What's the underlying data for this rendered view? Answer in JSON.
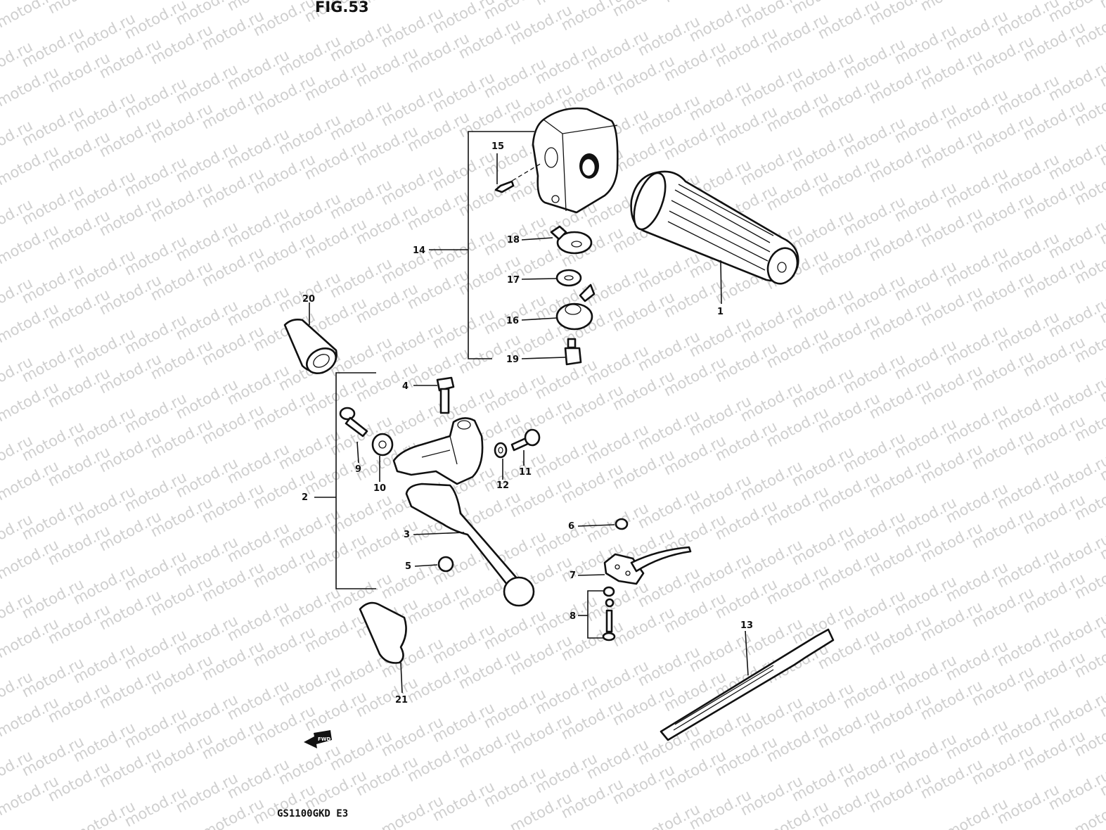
{
  "figure": {
    "title": "FIG.53",
    "model_code": "GS1100GKD E3",
    "watermark": "motod.ru",
    "fwd_arrow": "FWD"
  },
  "callouts": [
    "1",
    "2",
    "3",
    "4",
    "5",
    "6",
    "7",
    "8",
    "9",
    "10",
    "11",
    "12",
    "13",
    "14",
    "15",
    "16",
    "17",
    "18",
    "19",
    "20",
    "21"
  ],
  "colors": {
    "line": "#111111",
    "watermark": "#cfcfcf",
    "background": "#ffffff"
  }
}
